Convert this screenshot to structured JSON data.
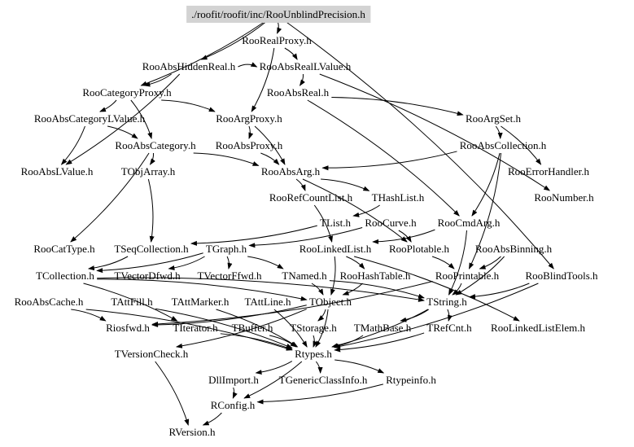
{
  "diagram": {
    "title": "Include dependency graph for RooUnblindPrecision.h",
    "root": "./roofit/roofit/inc/RooUnblindPrecision.h",
    "colors": {
      "root_fill": "#d3d3d3",
      "edge": "#000000",
      "text": "#000000"
    },
    "nodes": [
      {
        "id": "root",
        "label": "./roofit/roofit/inc/RooUnblindPrecision.h"
      },
      {
        "id": "RooRealProxy",
        "label": "RooRealProxy.h"
      },
      {
        "id": "RooAbsHiddenReal",
        "label": "RooAbsHiddenReal.h"
      },
      {
        "id": "RooAbsRealLValue",
        "label": "RooAbsRealLValue.h"
      },
      {
        "id": "RooCategoryProxy",
        "label": "RooCategoryProxy.h"
      },
      {
        "id": "RooAbsReal",
        "label": "RooAbsReal.h"
      },
      {
        "id": "RooAbsCategoryLValue",
        "label": "RooAbsCategoryLValue.h"
      },
      {
        "id": "RooArgProxy",
        "label": "RooArgProxy.h"
      },
      {
        "id": "RooArgSet",
        "label": "RooArgSet.h"
      },
      {
        "id": "RooAbsCategory",
        "label": "RooAbsCategory.h"
      },
      {
        "id": "RooAbsProxy",
        "label": "RooAbsProxy.h"
      },
      {
        "id": "RooAbsCollection",
        "label": "RooAbsCollection.h"
      },
      {
        "id": "RooAbsLValue",
        "label": "RooAbsLValue.h"
      },
      {
        "id": "TObjArray",
        "label": "TObjArray.h"
      },
      {
        "id": "RooAbsArg",
        "label": "RooAbsArg.h"
      },
      {
        "id": "RooErrorHandler",
        "label": "RooErrorHandler.h"
      },
      {
        "id": "RooRefCountList",
        "label": "RooRefCountList.h"
      },
      {
        "id": "THashList",
        "label": "THashList.h"
      },
      {
        "id": "RooNumber",
        "label": "RooNumber.h"
      },
      {
        "id": "TList",
        "label": "TList.h"
      },
      {
        "id": "RooCurve",
        "label": "RooCurve.h"
      },
      {
        "id": "RooCmdArg",
        "label": "RooCmdArg.h"
      },
      {
        "id": "RooCatType",
        "label": "RooCatType.h"
      },
      {
        "id": "TSeqCollection",
        "label": "TSeqCollection.h"
      },
      {
        "id": "TGraph",
        "label": "TGraph.h"
      },
      {
        "id": "RooLinkedList",
        "label": "RooLinkedList.h"
      },
      {
        "id": "RooPlotable",
        "label": "RooPlotable.h"
      },
      {
        "id": "RooAbsBinning",
        "label": "RooAbsBinning.h"
      },
      {
        "id": "TCollection",
        "label": "TCollection.h"
      },
      {
        "id": "TVectorDfwd",
        "label": "TVectorDfwd.h"
      },
      {
        "id": "TVectorFfwd",
        "label": "TVectorFfwd.h"
      },
      {
        "id": "TNamed",
        "label": "TNamed.h"
      },
      {
        "id": "RooHashTable",
        "label": "RooHashTable.h"
      },
      {
        "id": "RooPrintable",
        "label": "RooPrintable.h"
      },
      {
        "id": "RooBlindTools",
        "label": "RooBlindTools.h"
      },
      {
        "id": "RooAbsCache",
        "label": "RooAbsCache.h"
      },
      {
        "id": "TAttFill",
        "label": "TAttFill.h"
      },
      {
        "id": "TAttMarker",
        "label": "TAttMarker.h"
      },
      {
        "id": "TAttLine",
        "label": "TAttLine.h"
      },
      {
        "id": "TObject",
        "label": "TObject.h"
      },
      {
        "id": "TString",
        "label": "TString.h"
      },
      {
        "id": "Riosfwd",
        "label": "Riosfwd.h"
      },
      {
        "id": "TIterator",
        "label": "TIterator.h"
      },
      {
        "id": "TBuffer",
        "label": "TBuffer.h"
      },
      {
        "id": "TStorage",
        "label": "TStorage.h"
      },
      {
        "id": "TMathBase",
        "label": "TMathBase.h"
      },
      {
        "id": "TRefCnt",
        "label": "TRefCnt.h"
      },
      {
        "id": "RooLinkedListElem",
        "label": "RooLinkedListElem.h"
      },
      {
        "id": "TVersionCheck",
        "label": "TVersionCheck.h"
      },
      {
        "id": "Rtypes",
        "label": "Rtypes.h"
      },
      {
        "id": "DllImport",
        "label": "DllImport.h"
      },
      {
        "id": "TGenericClassInfo",
        "label": "TGenericClassInfo.h"
      },
      {
        "id": "Rtypeinfo",
        "label": "Rtypeinfo.h"
      },
      {
        "id": "RConfig",
        "label": "RConfig.h"
      },
      {
        "id": "RVersion",
        "label": "RVersion.h"
      }
    ],
    "edges": [
      [
        "root",
        "RooRealProxy"
      ],
      [
        "root",
        "RooAbsHiddenReal"
      ],
      [
        "root",
        "RooCategoryProxy"
      ],
      [
        "root",
        "RooBlindTools"
      ],
      [
        "RooRealProxy",
        "RooAbsRealLValue"
      ],
      [
        "RooRealProxy",
        "RooArgProxy"
      ],
      [
        "RooAbsHiddenReal",
        "RooAbsRealLValue"
      ],
      [
        "RooAbsHiddenReal",
        "RooCategoryProxy"
      ],
      [
        "RooAbsHiddenReal",
        "RooAbsLValue"
      ],
      [
        "RooAbsRealLValue",
        "RooAbsReal"
      ],
      [
        "RooAbsRealLValue",
        "RooNumber"
      ],
      [
        "RooCategoryProxy",
        "RooAbsCategoryLValue"
      ],
      [
        "RooCategoryProxy",
        "RooArgProxy"
      ],
      [
        "RooCategoryProxy",
        "RooAbsCategory"
      ],
      [
        "RooAbsReal",
        "RooArgSet"
      ],
      [
        "RooAbsReal",
        "RooCmdArg"
      ],
      [
        "RooAbsCategoryLValue",
        "RooAbsLValue"
      ],
      [
        "RooAbsCategoryLValue",
        "RooAbsCategory"
      ],
      [
        "RooArgProxy",
        "RooAbsProxy"
      ],
      [
        "RooArgProxy",
        "RooAbsArg"
      ],
      [
        "RooArgSet",
        "RooAbsCollection"
      ],
      [
        "RooArgSet",
        "RooErrorHandler"
      ],
      [
        "RooAbsCategory",
        "TObjArray"
      ],
      [
        "RooAbsCategory",
        "RooAbsArg"
      ],
      [
        "RooAbsCategory",
        "RooCatType"
      ],
      [
        "RooAbsProxy",
        "RooAbsArg"
      ],
      [
        "RooAbsCollection",
        "RooAbsArg"
      ],
      [
        "RooAbsCollection",
        "RooPrintable"
      ],
      [
        "RooAbsCollection",
        "RooCmdArg"
      ],
      [
        "TObjArray",
        "TSeqCollection"
      ],
      [
        "RooAbsArg",
        "RooRefCountList"
      ],
      [
        "RooAbsArg",
        "THashList"
      ],
      [
        "RooAbsArg",
        "RooPlotable"
      ],
      [
        "RooRefCountList",
        "RooLinkedList"
      ],
      [
        "THashList",
        "TList"
      ],
      [
        "TList",
        "TSeqCollection"
      ],
      [
        "RooCurve",
        "TGraph"
      ],
      [
        "RooCurve",
        "RooPlotable"
      ],
      [
        "RooCmdArg",
        "RooLinkedList"
      ],
      [
        "RooCmdArg",
        "TString"
      ],
      [
        "TSeqCollection",
        "TCollection"
      ],
      [
        "TGraph",
        "TCollection"
      ],
      [
        "TGraph",
        "TVectorFfwd"
      ],
      [
        "TGraph",
        "TVectorDfwd"
      ],
      [
        "TGraph",
        "TNamed"
      ],
      [
        "RooLinkedList",
        "RooHashTable"
      ],
      [
        "RooLinkedList",
        "RooLinkedListElem"
      ],
      [
        "RooLinkedList",
        "TObject"
      ],
      [
        "RooPlotable",
        "RooPrintable"
      ],
      [
        "RooAbsBinning",
        "RooPrintable"
      ],
      [
        "RooAbsBinning",
        "TString"
      ],
      [
        "TCollection",
        "TString"
      ],
      [
        "TCollection",
        "TIterator"
      ],
      [
        "TCollection",
        "TObject"
      ],
      [
        "TNamed",
        "TObject"
      ],
      [
        "TNamed",
        "TString"
      ],
      [
        "RooHashTable",
        "TObject"
      ],
      [
        "RooPrintable",
        "TString"
      ],
      [
        "RooPrintable",
        "Riosfwd"
      ],
      [
        "RooBlindTools",
        "TString"
      ],
      [
        "RooBlindTools",
        "Rtypes"
      ],
      [
        "RooAbsCache",
        "Riosfwd"
      ],
      [
        "RooAbsCache",
        "Rtypes"
      ],
      [
        "TAttFill",
        "Rtypes"
      ],
      [
        "TAttMarker",
        "Rtypes"
      ],
      [
        "TAttLine",
        "Rtypes"
      ],
      [
        "TObject",
        "Rtypes"
      ],
      [
        "TObject",
        "TStorage"
      ],
      [
        "TObject",
        "Riosfwd"
      ],
      [
        "TObject",
        "TVersionCheck"
      ],
      [
        "TString",
        "TRefCnt"
      ],
      [
        "TString",
        "TMathBase"
      ],
      [
        "TString",
        "Rtypes"
      ],
      [
        "TIterator",
        "Rtypes"
      ],
      [
        "TBuffer",
        "Rtypes"
      ],
      [
        "TStorage",
        "Rtypes"
      ],
      [
        "TMathBase",
        "Rtypes"
      ],
      [
        "TRefCnt",
        "Rtypes"
      ],
      [
        "TVersionCheck",
        "RVersion"
      ],
      [
        "Rtypes",
        "DllImport"
      ],
      [
        "Rtypes",
        "TGenericClassInfo"
      ],
      [
        "Rtypes",
        "Rtypeinfo"
      ],
      [
        "Rtypes",
        "RConfig"
      ],
      [
        "Rtypeinfo",
        "RConfig"
      ],
      [
        "DllImport",
        "RConfig"
      ],
      [
        "RConfig",
        "RVersion"
      ]
    ]
  }
}
